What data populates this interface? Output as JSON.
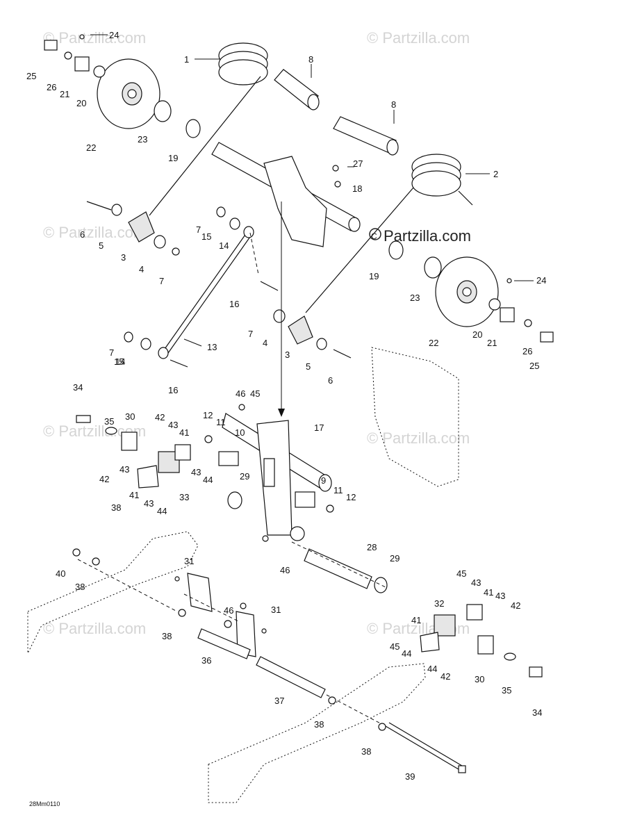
{
  "watermark": {
    "text": "© Partzilla.com",
    "main_text": "Partzilla.com",
    "main_symbol": "C"
  },
  "doc_id": "28Mm0110",
  "callouts": [
    {
      "id": "c1",
      "label": "1"
    },
    {
      "id": "c2",
      "label": "2"
    },
    {
      "id": "c3a",
      "label": "3"
    },
    {
      "id": "c3b",
      "label": "3"
    },
    {
      "id": "c4a",
      "label": "4"
    },
    {
      "id": "c4b",
      "label": "4"
    },
    {
      "id": "c5a",
      "label": "5"
    },
    {
      "id": "c5b",
      "label": "5"
    },
    {
      "id": "c6a",
      "label": "6"
    },
    {
      "id": "c6b",
      "label": "6"
    },
    {
      "id": "c7a",
      "label": "7"
    },
    {
      "id": "c7b",
      "label": "7"
    },
    {
      "id": "c7c",
      "label": "7"
    },
    {
      "id": "c7d",
      "label": "7"
    },
    {
      "id": "c8a",
      "label": "8"
    },
    {
      "id": "c8b",
      "label": "8"
    },
    {
      "id": "c9",
      "label": "9"
    },
    {
      "id": "c10",
      "label": "10"
    },
    {
      "id": "c11a",
      "label": "11"
    },
    {
      "id": "c11b",
      "label": "11"
    },
    {
      "id": "c12a",
      "label": "12"
    },
    {
      "id": "c12b",
      "label": "12"
    },
    {
      "id": "c13",
      "label": "13"
    },
    {
      "id": "c14a",
      "label": "14"
    },
    {
      "id": "c14b",
      "label": "14"
    },
    {
      "id": "c15a",
      "label": "15"
    },
    {
      "id": "c15b",
      "label": "15"
    },
    {
      "id": "c16a",
      "label": "16"
    },
    {
      "id": "c16b",
      "label": "16"
    },
    {
      "id": "c17",
      "label": "17"
    },
    {
      "id": "c18",
      "label": "18"
    },
    {
      "id": "c19a",
      "label": "19"
    },
    {
      "id": "c19b",
      "label": "19"
    },
    {
      "id": "c20a",
      "label": "20"
    },
    {
      "id": "c20b",
      "label": "20"
    },
    {
      "id": "c21a",
      "label": "21"
    },
    {
      "id": "c21b",
      "label": "21"
    },
    {
      "id": "c22a",
      "label": "22"
    },
    {
      "id": "c22b",
      "label": "22"
    },
    {
      "id": "c23a",
      "label": "23"
    },
    {
      "id": "c23b",
      "label": "23"
    },
    {
      "id": "c24a",
      "label": "24"
    },
    {
      "id": "c24b",
      "label": "24"
    },
    {
      "id": "c25a",
      "label": "25"
    },
    {
      "id": "c25b",
      "label": "25"
    },
    {
      "id": "c26a",
      "label": "26"
    },
    {
      "id": "c26b",
      "label": "26"
    },
    {
      "id": "c27",
      "label": "27"
    },
    {
      "id": "c28",
      "label": "28"
    },
    {
      "id": "c29a",
      "label": "29"
    },
    {
      "id": "c29b",
      "label": "29"
    },
    {
      "id": "c30a",
      "label": "30"
    },
    {
      "id": "c30b",
      "label": "30"
    },
    {
      "id": "c31a",
      "label": "31"
    },
    {
      "id": "c31b",
      "label": "31"
    },
    {
      "id": "c32",
      "label": "32"
    },
    {
      "id": "c33",
      "label": "33"
    },
    {
      "id": "c34a",
      "label": "34"
    },
    {
      "id": "c34b",
      "label": "34"
    },
    {
      "id": "c35a",
      "label": "35"
    },
    {
      "id": "c35b",
      "label": "35"
    },
    {
      "id": "c36",
      "label": "36"
    },
    {
      "id": "c37",
      "label": "37"
    },
    {
      "id": "c38a",
      "label": "38"
    },
    {
      "id": "c38b",
      "label": "38"
    },
    {
      "id": "c38c",
      "label": "38"
    },
    {
      "id": "c38d",
      "label": "38"
    },
    {
      "id": "c38e",
      "label": "38"
    },
    {
      "id": "c39",
      "label": "39"
    },
    {
      "id": "c40",
      "label": "40"
    },
    {
      "id": "c41a",
      "label": "41"
    },
    {
      "id": "c41b",
      "label": "41"
    },
    {
      "id": "c41c",
      "label": "41"
    },
    {
      "id": "c41d",
      "label": "41"
    },
    {
      "id": "c42a",
      "label": "42"
    },
    {
      "id": "c42b",
      "label": "42"
    },
    {
      "id": "c42c",
      "label": "42"
    },
    {
      "id": "c42d",
      "label": "42"
    },
    {
      "id": "c43a",
      "label": "43"
    },
    {
      "id": "c43b",
      "label": "43"
    },
    {
      "id": "c43c",
      "label": "43"
    },
    {
      "id": "c43d",
      "label": "43"
    },
    {
      "id": "c43e",
      "label": "43"
    },
    {
      "id": "c43f",
      "label": "43"
    },
    {
      "id": "c44a",
      "label": "44"
    },
    {
      "id": "c44b",
      "label": "44"
    },
    {
      "id": "c44c",
      "label": "44"
    },
    {
      "id": "c44d",
      "label": "44"
    },
    {
      "id": "c45a",
      "label": "45"
    },
    {
      "id": "c45b",
      "label": "45"
    },
    {
      "id": "c45c",
      "label": "45"
    },
    {
      "id": "c46a",
      "label": "46"
    },
    {
      "id": "c46b",
      "label": "46"
    },
    {
      "id": "c46c",
      "label": "46"
    }
  ]
}
